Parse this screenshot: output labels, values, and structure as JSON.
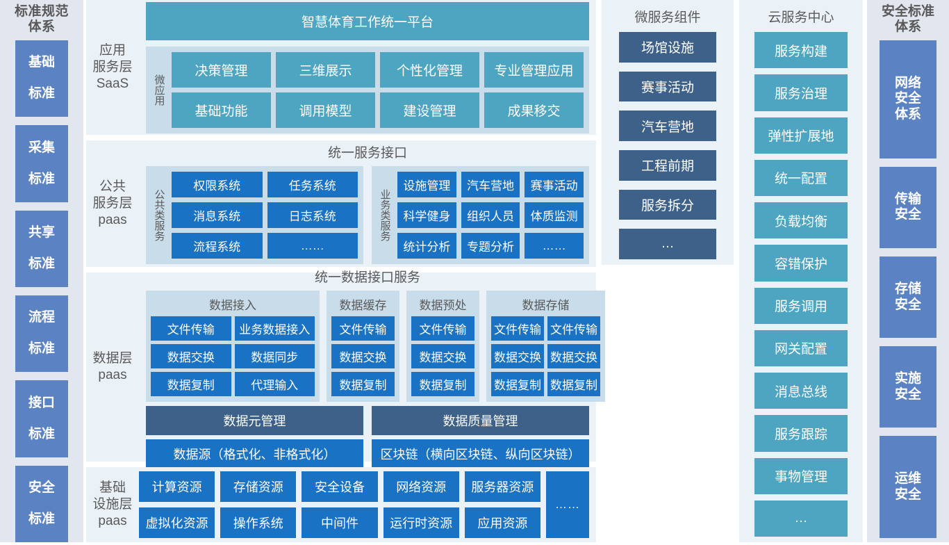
{
  "standards_column": {
    "title": "标准规范\n体系",
    "title_lines": [
      "标准规范",
      "体系"
    ],
    "items": [
      {
        "lines": [
          "基础",
          "标准"
        ]
      },
      {
        "lines": [
          "采集",
          "标准"
        ]
      },
      {
        "lines": [
          "共享",
          "标准"
        ]
      },
      {
        "lines": [
          "流程",
          "标准"
        ]
      },
      {
        "lines": [
          "接口",
          "标准"
        ]
      },
      {
        "lines": [
          "安全",
          "标准"
        ]
      }
    ]
  },
  "application_layer": {
    "label_lines": [
      "应用",
      "服务层",
      "SaaS"
    ],
    "banner": "智慧体育工作统一平台",
    "group_vertical_label": "微应用",
    "apps": [
      "决策管理",
      "三维展示",
      "个性化管理",
      "专业管理应用",
      "基础功能",
      "调用模型",
      "建设管理",
      "成果移交"
    ]
  },
  "public_service_layer": {
    "label_lines": [
      "公共",
      "服务层",
      "paas"
    ],
    "title": "统一服务接口",
    "groups": [
      {
        "vertical_label": "公共类服务",
        "items": [
          "权限系统",
          "任务系统",
          "消息系统",
          "日志系统",
          "流程系统",
          "……"
        ]
      },
      {
        "vertical_label": "业务类服务",
        "items": [
          "设施管理",
          "汽车营地",
          "赛事活动",
          "科学健身",
          "组织人员",
          "体质监测",
          "统计分析",
          "专题分析",
          "……"
        ]
      }
    ]
  },
  "data_layer": {
    "label_lines": [
      "数据层",
      "paas"
    ],
    "title": "统一数据接口服务",
    "groups": [
      {
        "title": "数据接入",
        "columns": 2,
        "items": [
          "文件传输",
          "业务数据接入",
          "数据交换",
          "数据同步",
          "数据复制",
          "代理输入"
        ]
      },
      {
        "title": "数据缓存",
        "columns": 1,
        "items": [
          "文件传输",
          "数据交换",
          "数据复制"
        ]
      },
      {
        "title": "数据预处",
        "columns": 1,
        "items": [
          "文件传输",
          "数据交换",
          "数据复制"
        ]
      },
      {
        "title": "数据存储",
        "columns": 2,
        "items": [
          "文件传输",
          "文件传输",
          "数据交换",
          "数据交换",
          "数据复制",
          "数据复制"
        ]
      }
    ],
    "bars": [
      {
        "left": "数据元管理",
        "right": "数据质量管理",
        "style": "slate"
      },
      {
        "left": "数据源（格式化、非格式化）",
        "right": "区块链（横向区块链、纵向区块链）",
        "style": "blue"
      }
    ]
  },
  "infrastructure_layer": {
    "label_lines": [
      "基础",
      "设施层",
      "paas"
    ],
    "items": [
      "计算资源",
      "存储资源",
      "安全设备",
      "网络资源",
      "服务器资源",
      "虚拟化资源",
      "操作系统",
      "中间件",
      "运行时资源",
      "应用资源"
    ],
    "ellipsis": "……"
  },
  "microservice_column": {
    "title": "微服务组件",
    "items": [
      "场馆设施",
      "赛事活动",
      "汽车营地",
      "工程前期",
      "服务拆分",
      "…"
    ]
  },
  "cloud_column": {
    "title": "云服务中心",
    "items": [
      "服务构建",
      "服务治理",
      "弹性扩展地",
      "统一配置",
      "负载均衡",
      "容错保护",
      "服务调用",
      "网关配置",
      "消息总线",
      "服务跟踪",
      "事物管理",
      "…"
    ]
  },
  "security_column": {
    "title_lines": [
      "安全标准",
      "体系"
    ],
    "items": [
      {
        "lines": [
          "网络",
          "安全",
          "体系"
        ]
      },
      {
        "lines": [
          "传输",
          "安全"
        ]
      },
      {
        "lines": [
          "存储",
          "安全"
        ]
      },
      {
        "lines": [
          "实施",
          "安全"
        ]
      },
      {
        "lines": [
          "运维",
          "安全"
        ]
      }
    ]
  },
  "colors": {
    "teal": "#4ea5c2",
    "blue": "#1a72c4",
    "slate": "#3d6189",
    "periwinkle": "#5b82c2",
    "panel": "#c9dcea",
    "layer_bg": "#eaf2f7",
    "column_bg": "#e2e6ef"
  }
}
